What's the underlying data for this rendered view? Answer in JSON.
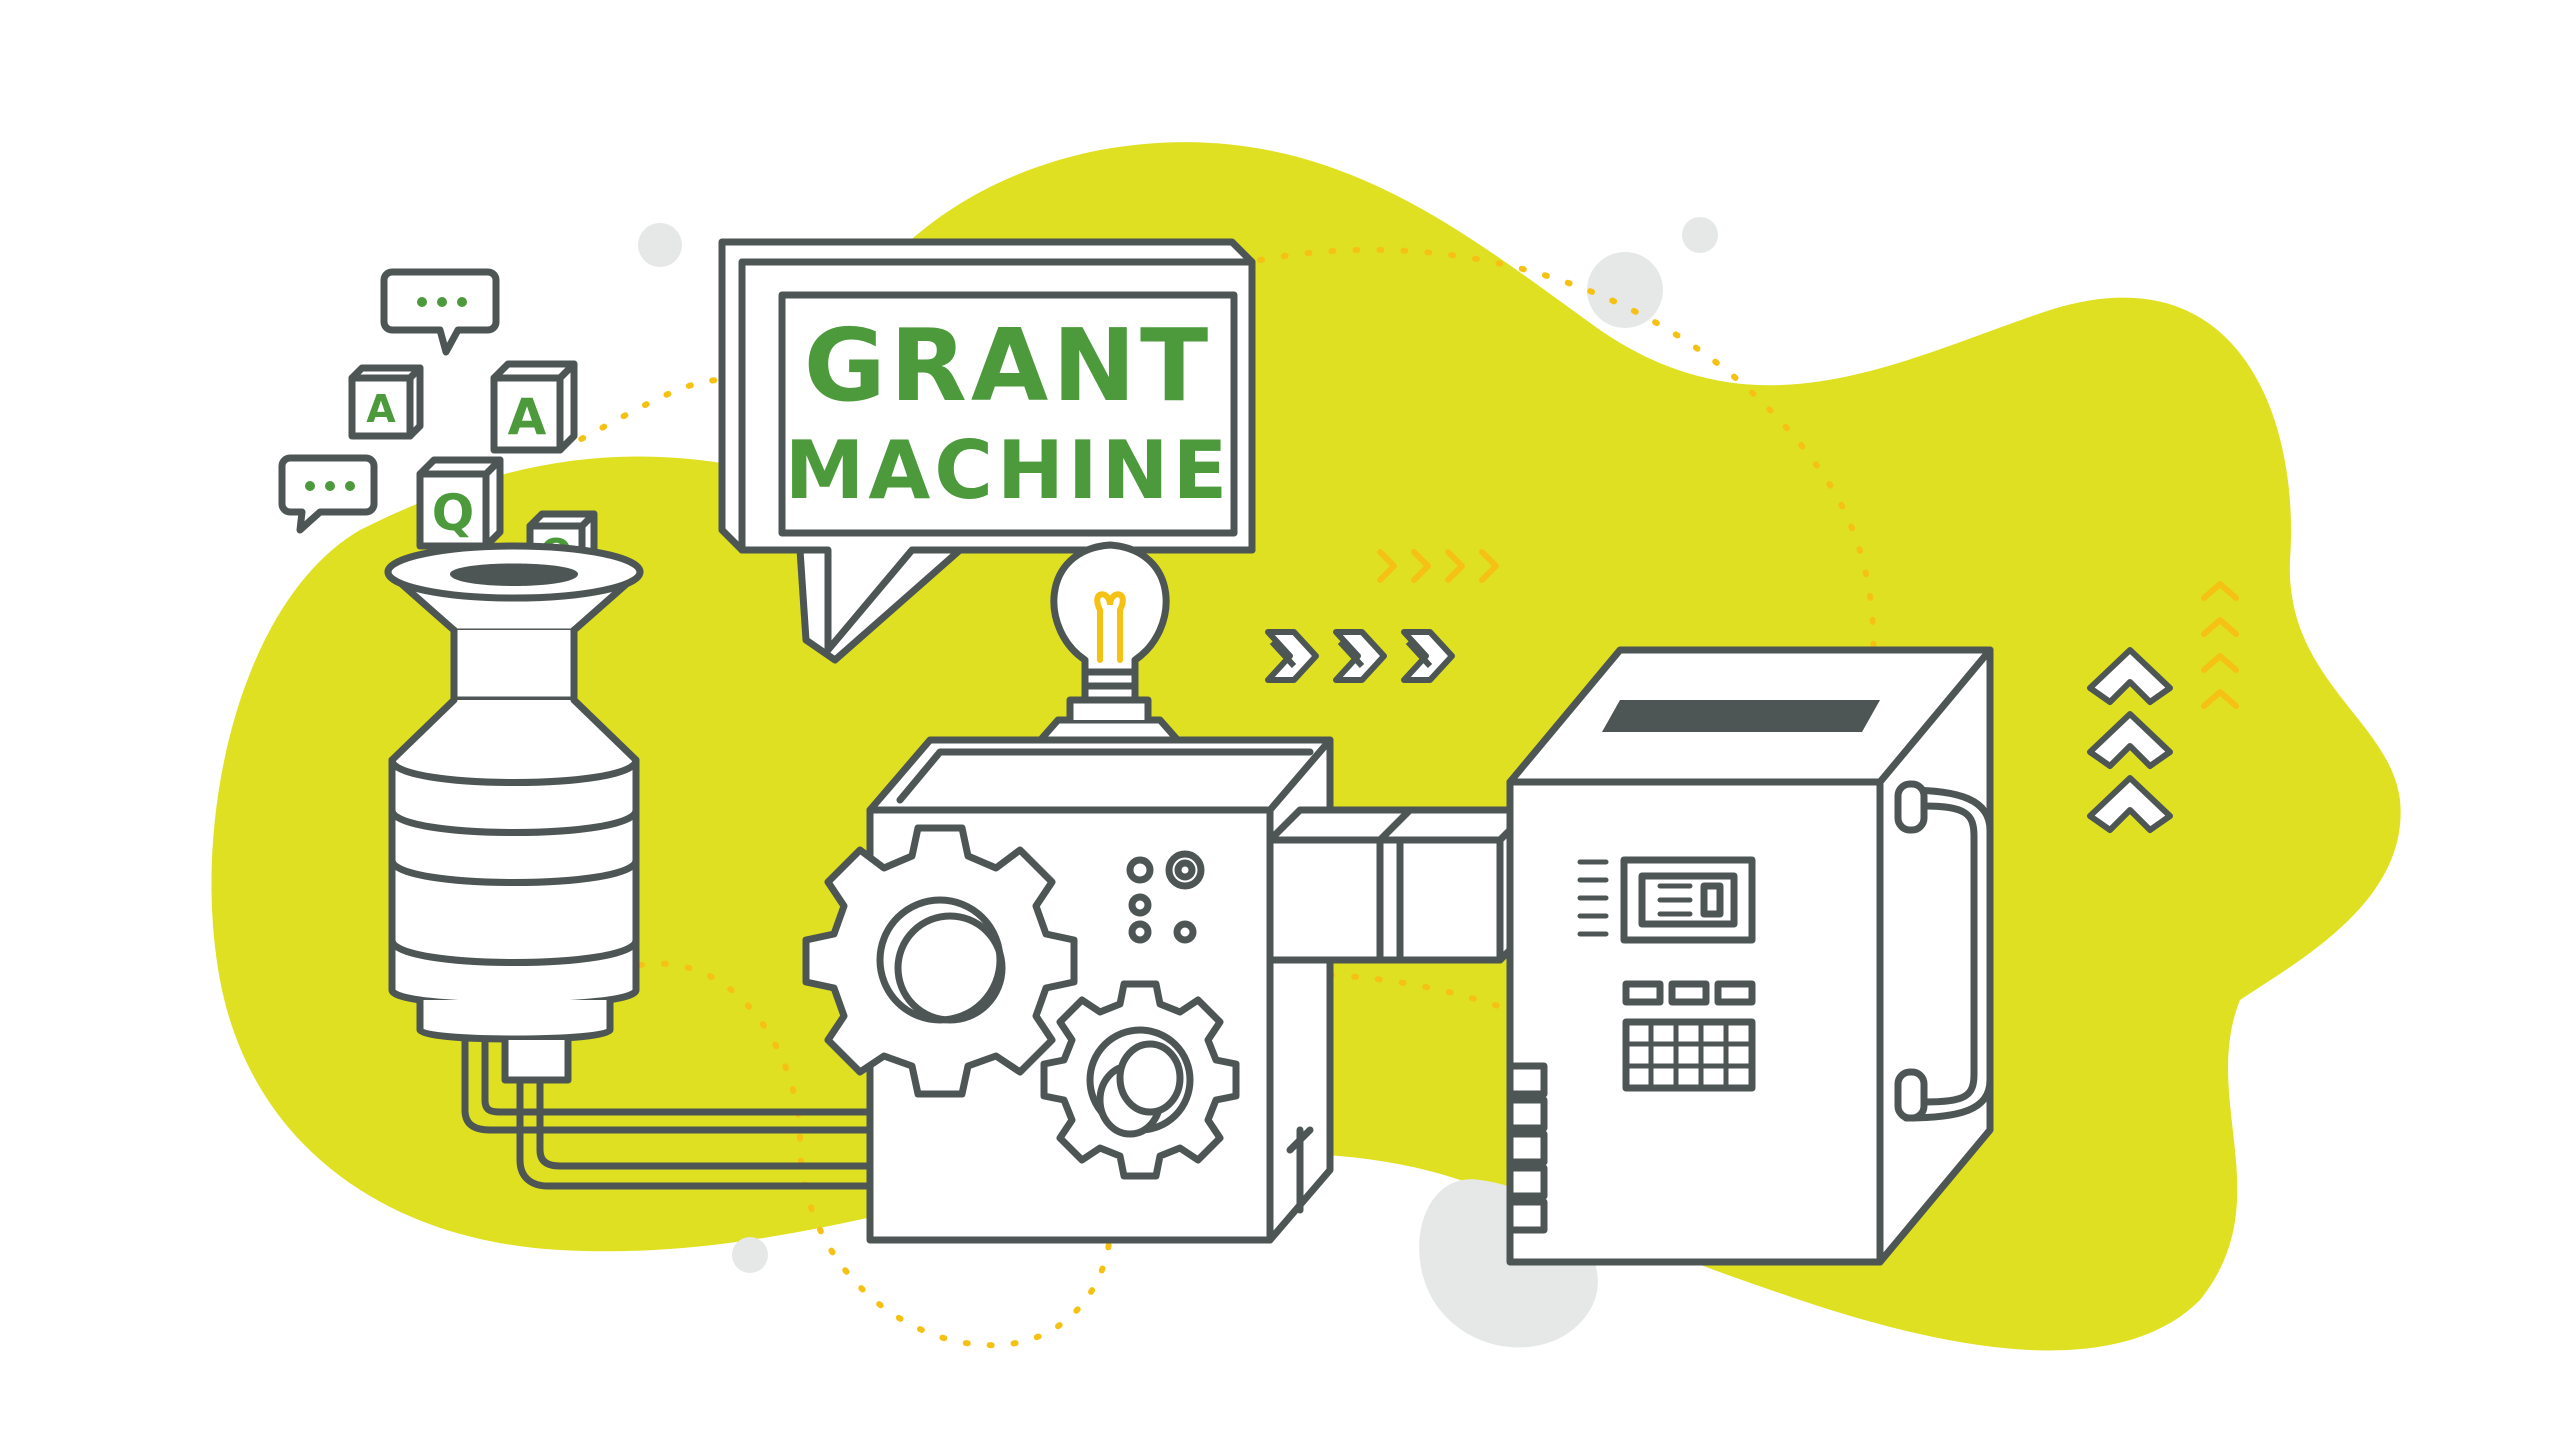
{
  "sign": {
    "line1": "GRANT",
    "line2": "MACHINE"
  },
  "letter_blocks": [
    {
      "letter": "A"
    },
    {
      "letter": "A"
    },
    {
      "letter": "Q"
    },
    {
      "letter": "Q"
    }
  ],
  "colors": {
    "blob": "#e0e022",
    "outline": "#4d5654",
    "text_green": "#4c9a3c",
    "accent_yellow": "#f5c214",
    "grey_dot": "#e6e8e8",
    "bulb_filament": "#f5c214"
  },
  "icons": [
    "speech-bubble-icon",
    "lightbulb-icon",
    "gear-icon",
    "chevron-right-icon",
    "chevron-up-icon",
    "funnel-icon"
  ]
}
